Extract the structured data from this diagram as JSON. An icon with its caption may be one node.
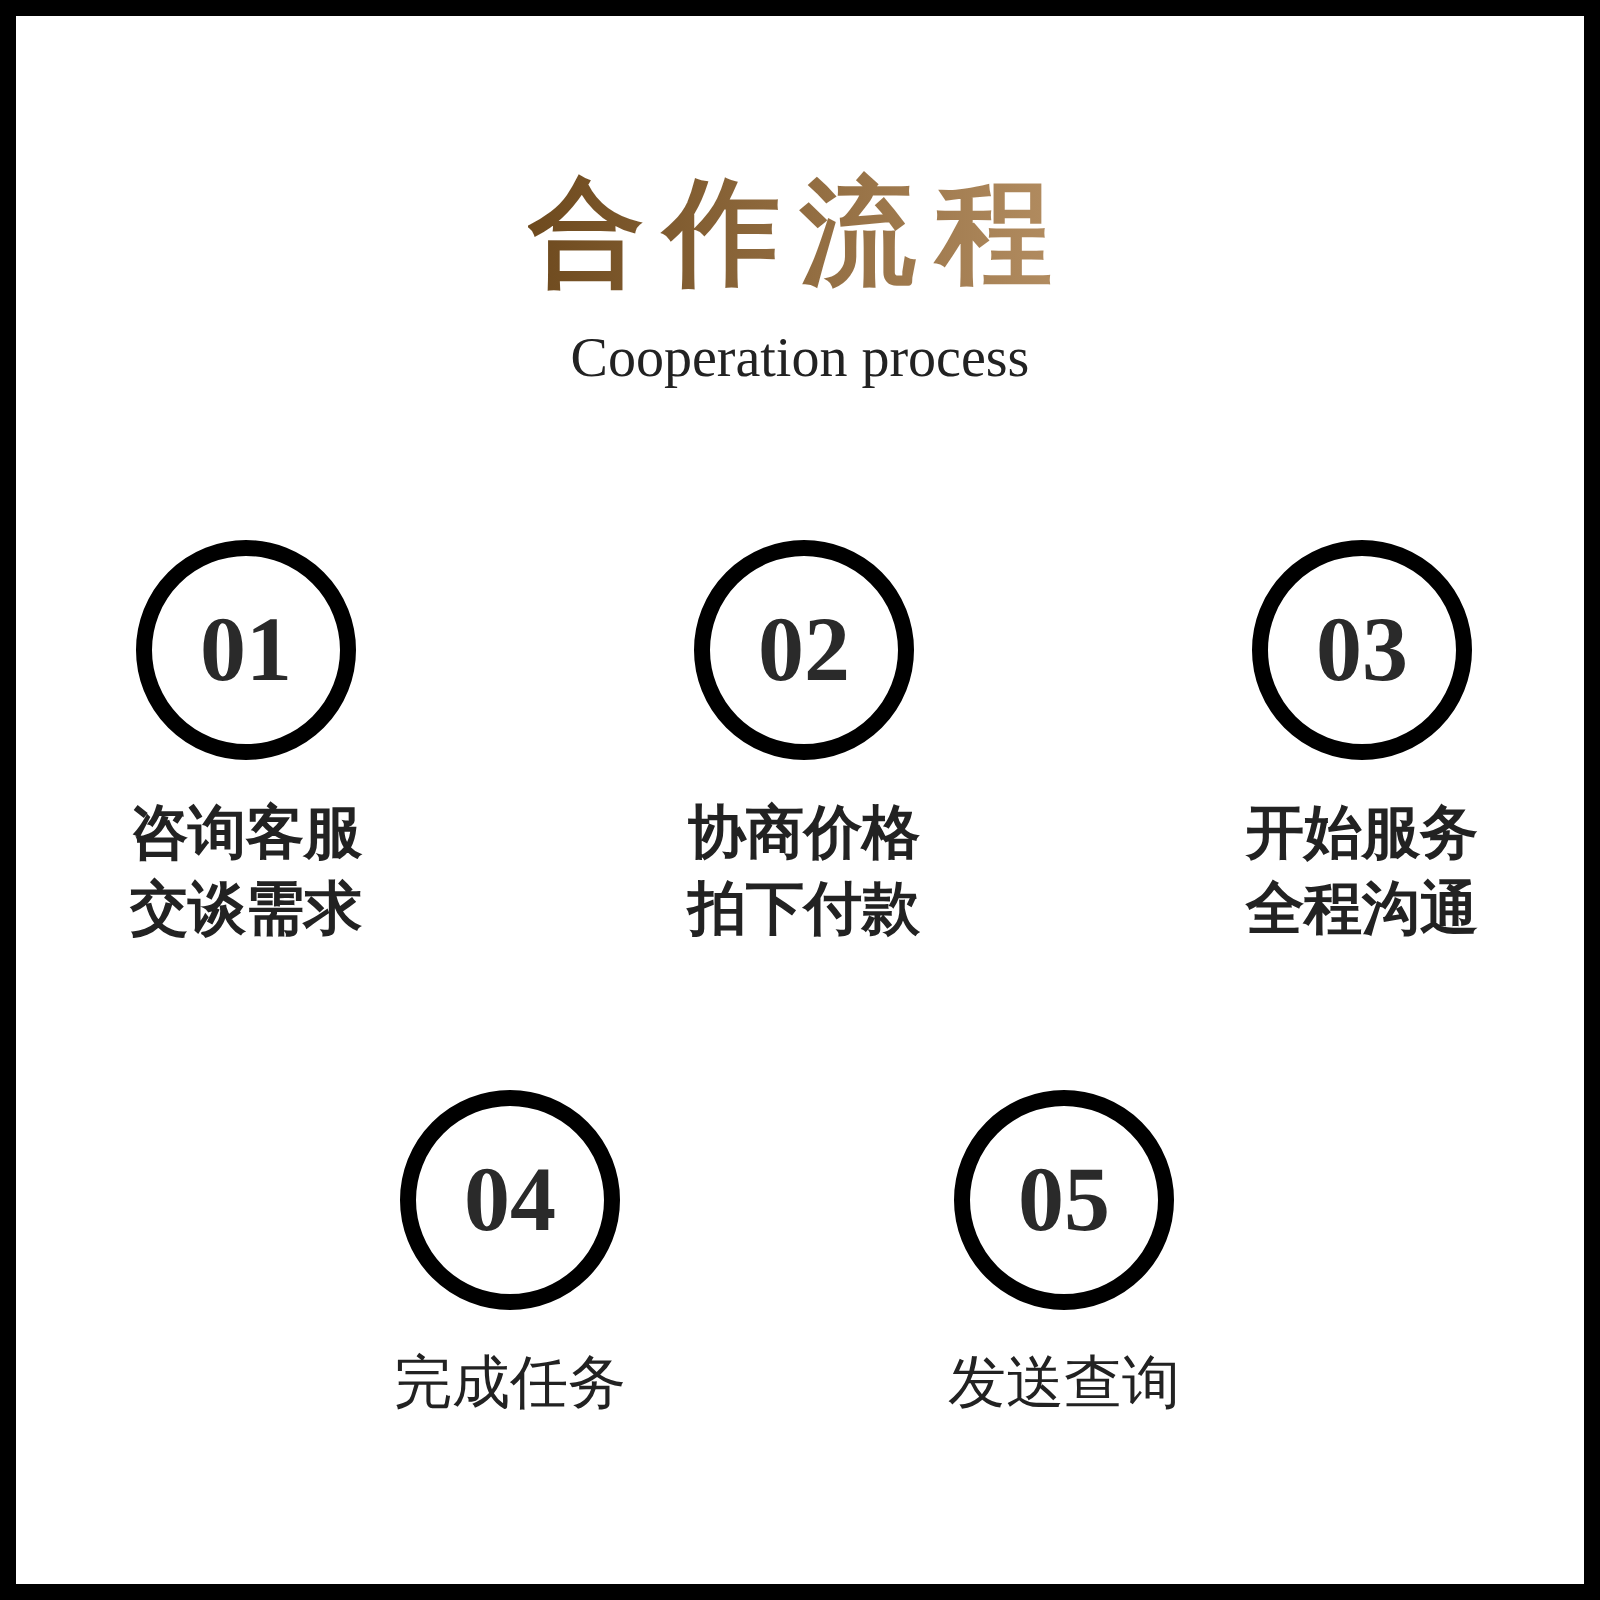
{
  "diagram": {
    "title": "合作流程",
    "caption": "Cooperation process",
    "nodes": [
      {
        "text": [
          "01"
        ],
        "beside": [
          "咨询客服交谈需求"
        ]
      },
      {
        "text": [
          "02"
        ],
        "beside": [
          "协商价格拍下付款"
        ]
      },
      {
        "text": [
          "03"
        ],
        "beside": [
          "开始服务全程沟通"
        ]
      },
      {
        "text": [
          "04"
        ],
        "beside": [
          "完成任务"
        ]
      },
      {
        "text": [
          "05"
        ],
        "beside": [
          "发送查询"
        ]
      }
    ]
  }
}
